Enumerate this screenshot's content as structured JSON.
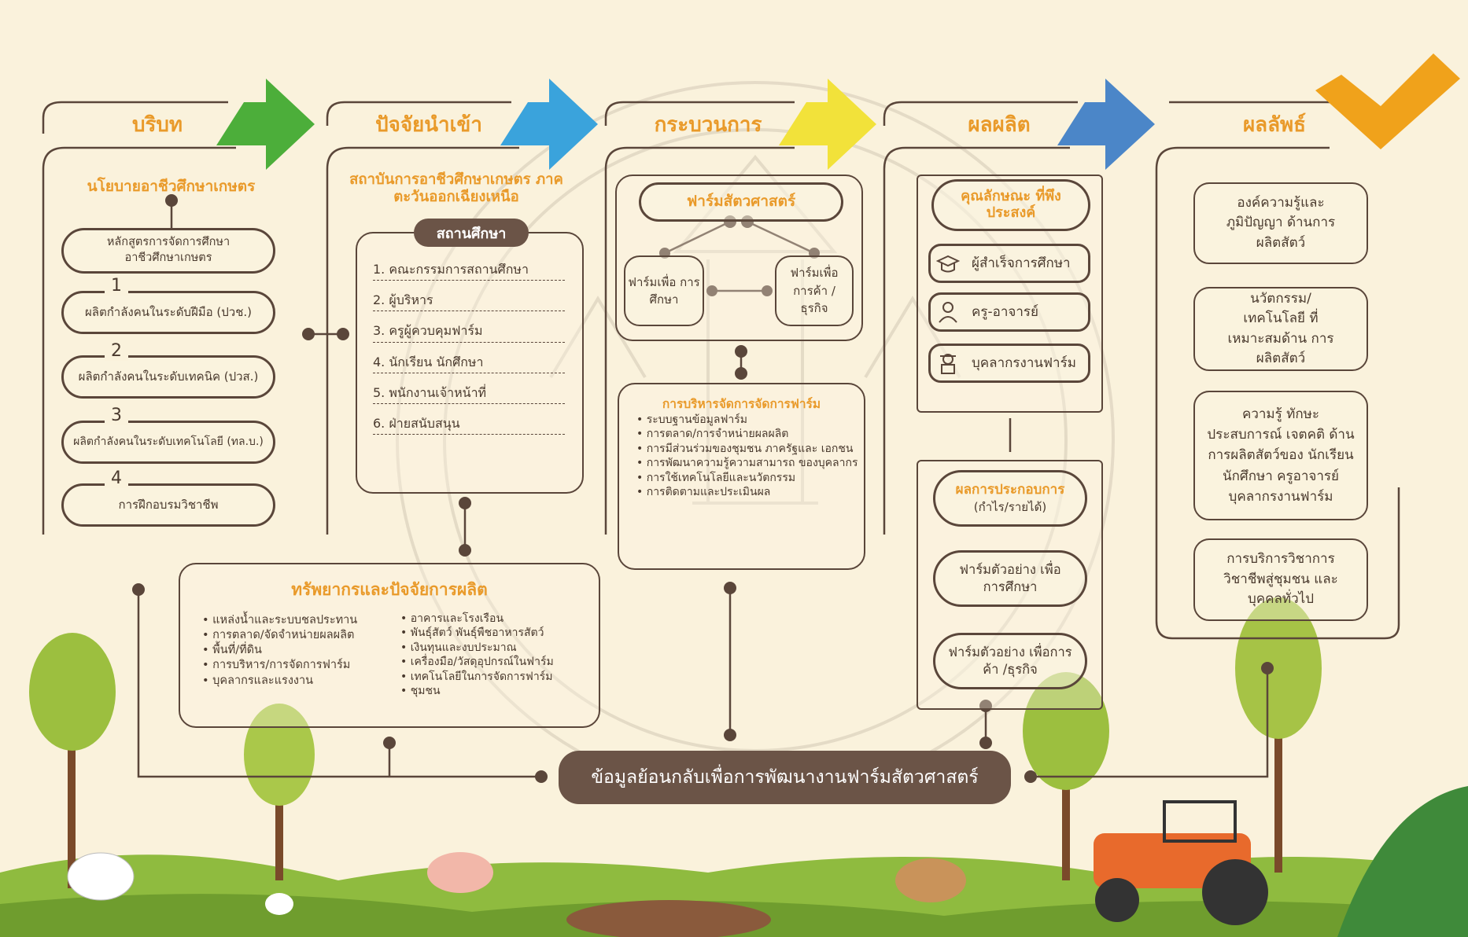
{
  "headers": {
    "context": "บริบท",
    "input": "ปัจจัยนำเข้า",
    "process": "กระบวนการ",
    "output": "ผลผลิต",
    "outcome": "ผลลัพธ์"
  },
  "context": {
    "title": "นโยบายอาชีวศึกษาเกษตร",
    "curriculum": "หลักสูตรการจัดการศึกษา อาชีวศึกษาเกษตร",
    "items": [
      {
        "num": "1",
        "label": "ผลิตกำลังคนในระดับฝีมือ (ปวช.)"
      },
      {
        "num": "2",
        "label": "ผลิตกำลังคนในระดับเทคนิค (ปวส.)"
      },
      {
        "num": "3",
        "label": "ผลิตกำลังคนในระดับเทคโนโลยี (ทล.บ.)"
      },
      {
        "num": "4",
        "label": "การฝึกอบรมวิชาชีพ"
      }
    ]
  },
  "input": {
    "title": "สถาบันการอาชีวศึกษาเกษตร ภาคตะวันออกเฉียงเหนือ",
    "institution_label": "สถานศึกษา",
    "items": [
      "1. คณะกรรมการสถานศึกษา",
      "2. ผู้บริหาร",
      "3. ครูผู้ควบคุมฟาร์ม",
      "4. นักเรียน นักศึกษา",
      "5. พนักงานเจ้าหน้าที่",
      "6. ฝ่ายสนับสนุน"
    ]
  },
  "resources": {
    "title": "ทรัพยากรและปัจจัยการผลิต",
    "left": [
      "แหล่งน้ำและระบบชลประทาน",
      "การตลาด/จัดจำหน่ายผลผลิต",
      "พื้นที่/ที่ดิน",
      "การบริหาร/การจัดการฟาร์ม",
      "บุคลากรและแรงงาน"
    ],
    "right": [
      "อาคารและโรงเรือน",
      "พันธุ์สัตว์ พันธุ์พืชอาหารสัตว์",
      "เงินทุนและงบประมาณ",
      "เครื่องมือ/วัสดุอุปกรณ์ในฟาร์ม",
      "เทคโนโลยีในการจัดการฟาร์ม",
      "ชุมชน"
    ]
  },
  "process": {
    "farm_title": "ฟาร์มสัตวศาสตร์",
    "farm_edu": "ฟาร์มเพื่อ การศึกษา",
    "farm_biz": "ฟาร์มเพื่อ การค้า / ธุรกิจ",
    "mgmt_title": "การบริหารจัดการจัดการฟาร์ม",
    "mgmt_items": [
      "ระบบฐานข้อมูลฟาร์ม",
      "การตลาด/การจำหน่ายผลผลิต",
      "การมีส่วนร่วมของชุมชน ภาครัฐและ เอกชน",
      "การพัฒนาความรู้ความสามารถ ของบุคลากร",
      "การใช้เทคโนโลยีและนวัตกรรม",
      "การติดตามและประเมินผล"
    ]
  },
  "output": {
    "title": "คุณลักษณะ ที่พึงประสงค์",
    "people": [
      {
        "label": "ผู้สำเร็จการศึกษา",
        "icon": "graduation-cap-icon"
      },
      {
        "label": "ครู-อาจารย์",
        "icon": "teacher-icon"
      },
      {
        "label": "บุคลากรงานฟาร์ม",
        "icon": "farm-worker-icon"
      }
    ],
    "perf_title": "ผลการประกอบการ",
    "perf_sub": "(กำไร/รายได้)",
    "model_edu": "ฟาร์มตัวอย่าง เพื่อการศึกษา",
    "model_biz": "ฟาร์มตัวอย่าง เพื่อการค้า /ธุรกิจ"
  },
  "outcome": {
    "items": [
      "องค์ความรู้และ ภูมิปัญญา ด้านการผลิตสัตว์",
      "นวัตกรรม/ เทคโนโลยี ที่เหมาะสมด้าน การผลิตสัตว์",
      "ความรู้ ทักษะ ประสบการณ์ เจตคติ ด้านการผลิตสัตว์ของ นักเรียน นักศึกษา ครูอาจารย์ บุคลากรงานฟาร์ม",
      "การบริการวิชาการ วิชาชีพสู่ชุมชน และบุคคลทั่วไป"
    ]
  },
  "feedback": "ข้อมูลย้อนกลับเพื่อการพัฒนางานฟาร์มสัตวศาสตร์",
  "colors": {
    "arrow_green": "#4cae3a",
    "arrow_blue": "#3aa3dc",
    "arrow_yellow": "#f2e23a",
    "arrow_steel": "#4b86c8",
    "check_orange": "#f0a21b",
    "accent_orange": "#e99a2a",
    "line_brown": "#5a463a"
  }
}
